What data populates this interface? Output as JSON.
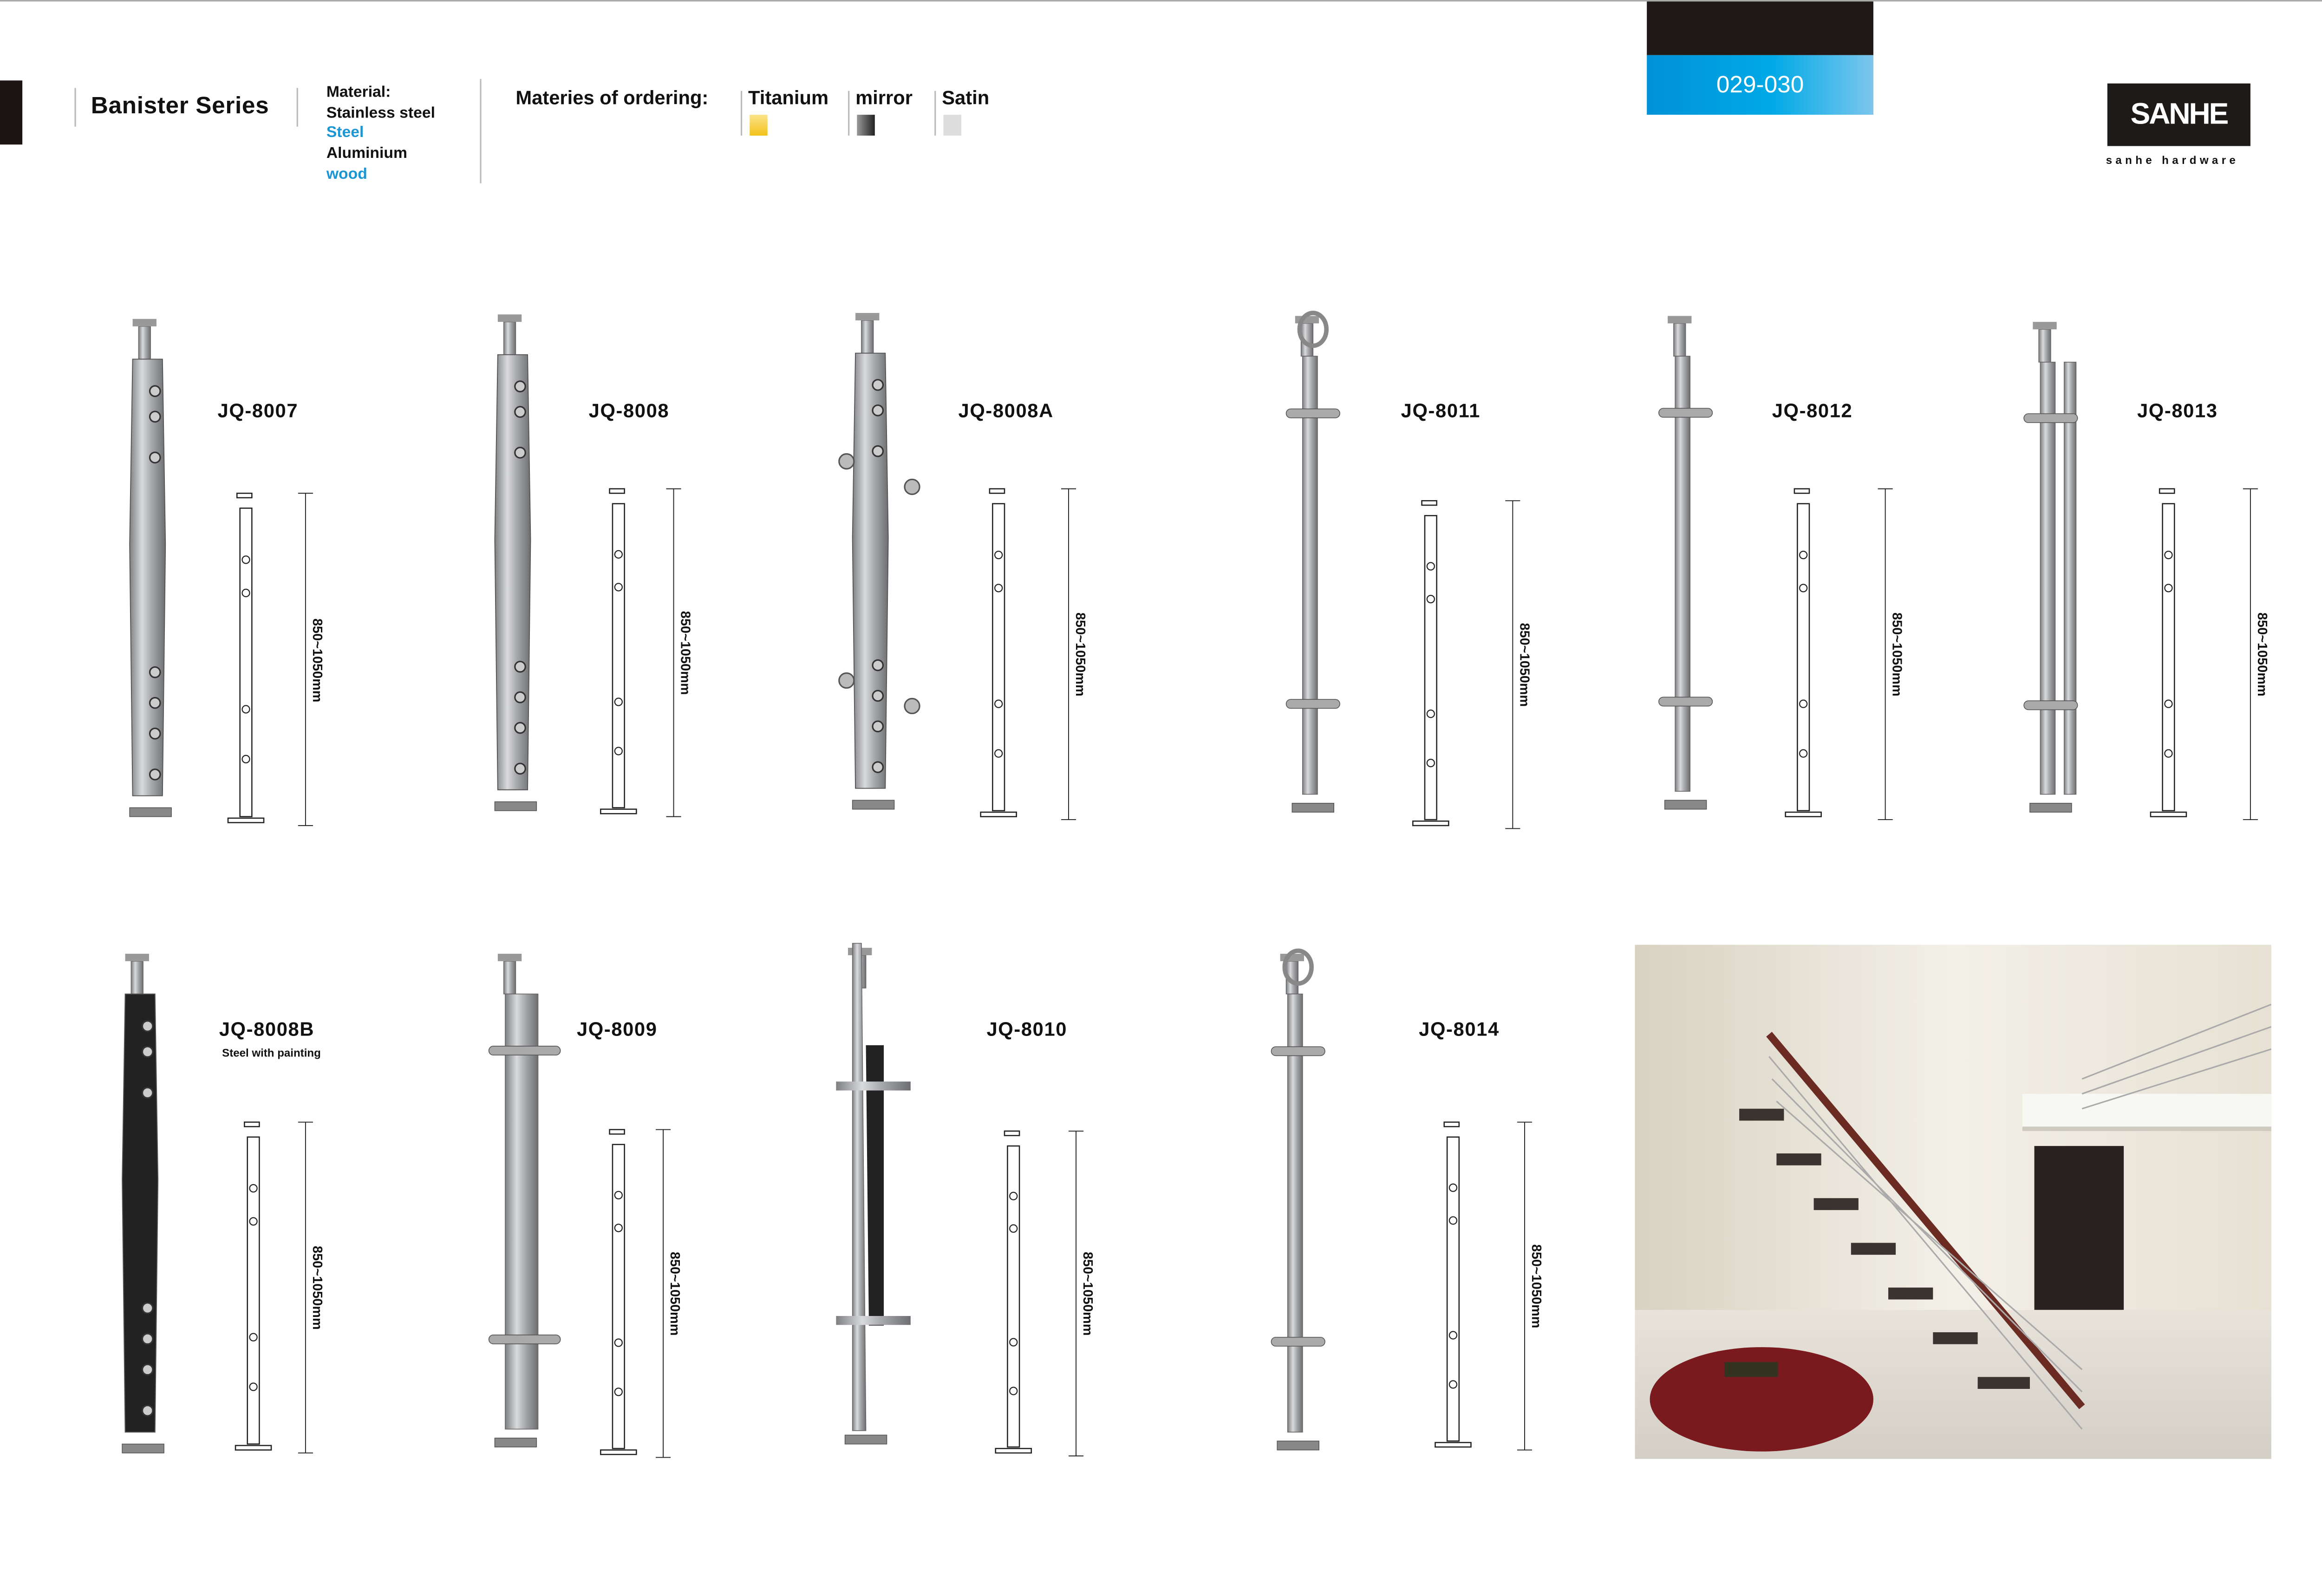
{
  "header": {
    "series_title": "Banister Series",
    "material_label": "Material:",
    "materials": [
      "Stainless steel",
      "Steel",
      "Aluminium",
      "wood"
    ],
    "ordering_label": "Materies of ordering:",
    "finishes": [
      {
        "name": "Titanium",
        "color": "#f2c21a"
      },
      {
        "name": "mirror",
        "color": "#333333"
      },
      {
        "name": "Satin",
        "color": "#dddddd"
      }
    ],
    "page_range": "029-030",
    "logo": "SANHE",
    "logo_sub": "sanhe hardware"
  },
  "products": [
    {
      "code": "JQ-8007",
      "dimension": "850~1050mm"
    },
    {
      "code": "JQ-8008",
      "dimension": "850~1050mm"
    },
    {
      "code": "JQ-8008A",
      "dimension": "850~1050mm"
    },
    {
      "code": "JQ-8011",
      "dimension": "850~1050mm"
    },
    {
      "code": "JQ-8012",
      "dimension": "850~1050mm"
    },
    {
      "code": "JQ-8013",
      "dimension": "850~1050mm"
    },
    {
      "code": "JQ-8008B",
      "subtitle": "Steel with painting",
      "dimension": "850~1050mm"
    },
    {
      "code": "JQ-8009",
      "dimension": "850~1050mm"
    },
    {
      "code": "JQ-8010",
      "dimension": "850~1050mm"
    },
    {
      "code": "JQ-8014",
      "dimension": "850~1050mm"
    }
  ]
}
